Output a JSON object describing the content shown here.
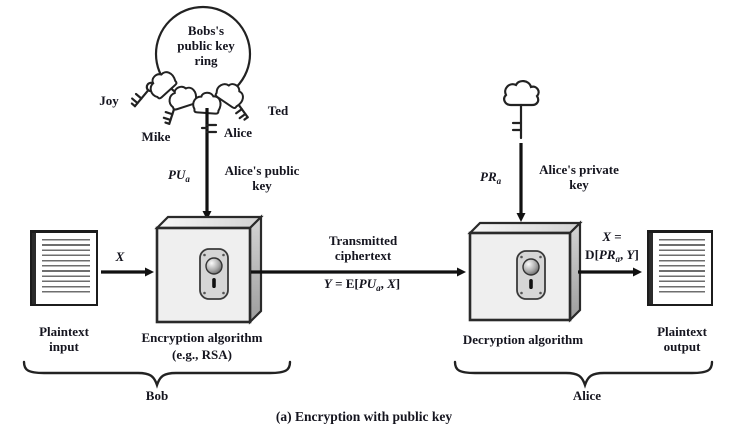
{
  "figure": {
    "caption": "(a) Encryption with public key"
  },
  "palette": {
    "ink": "#1e1e1e",
    "box_front": "#efefef",
    "box_top": "#f5f5f5",
    "box_side": "#b9b9b9",
    "lock_plate": "#d6d6d6"
  },
  "key_ring": {
    "label_line1": "Bobs's",
    "label_line2": "public key",
    "label_line3": "ring",
    "keys": {
      "joy": "Joy",
      "mike": "Mike",
      "alice": "Alice",
      "ted": "Ted"
    }
  },
  "public_key": {
    "var": "PU",
    "sub": "a",
    "description": "Alice's public key"
  },
  "private_key": {
    "var": "PR",
    "sub": "a",
    "description": "Alice's private key"
  },
  "sender": {
    "input_label": "Plaintext input",
    "message_var": "X",
    "algorithm_line1": "Encryption algorithm",
    "algorithm_line2": "(e.g., RSA)",
    "brace_label": "Bob"
  },
  "channel": {
    "label": "Transmitted ciphertext",
    "formula": {
      "lhs": "Y",
      "eq": " = E[",
      "keyvar": "PU",
      "keysub": "a",
      "sep": ", ",
      "msg": "X",
      "close": "]"
    }
  },
  "receiver": {
    "algorithm_label": "Decryption algorithm",
    "output_label": "Plaintext output",
    "brace_label": "Alice",
    "formula": {
      "lhs": "X",
      "eq": " =",
      "func": "D[",
      "keyvar": "PR",
      "keysub": "a",
      "sep": ", ",
      "msg": "Y",
      "close": "]"
    }
  }
}
